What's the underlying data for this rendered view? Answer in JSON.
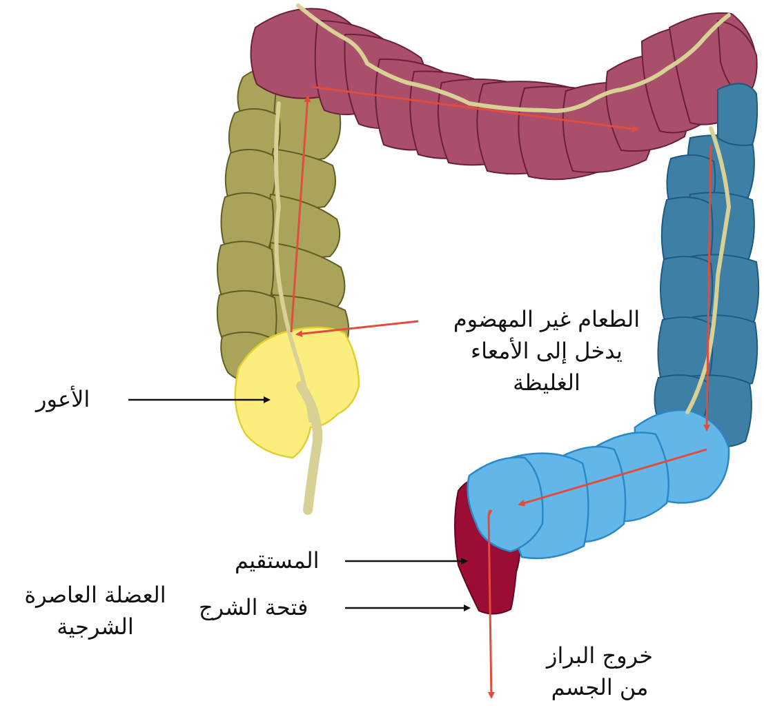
{
  "colors": {
    "ascending": "#a9a45a",
    "transverse": "#a94f6c",
    "descending": "#3e7fa5",
    "sigmoid": "#63b7e8",
    "rectum": "#9b0d35",
    "cecum": "#fbee7f",
    "taenia": "#d8d195",
    "flow_arrow": "#e14c3c",
    "pointer_arrow": "#111111"
  },
  "labels": {
    "undigested_food": [
      "الطعام غير المهضوم",
      "يدخل إلى الأمعاء",
      "الغليظة"
    ],
    "cecum": "الأعور",
    "rectum": "المستقيم",
    "anus": "فتحة الشرج",
    "anal_sphincter": [
      "العضلة العاصرة",
      "الشرجية"
    ],
    "feces_exit": [
      "خروج البراز",
      "من الجسم"
    ]
  }
}
